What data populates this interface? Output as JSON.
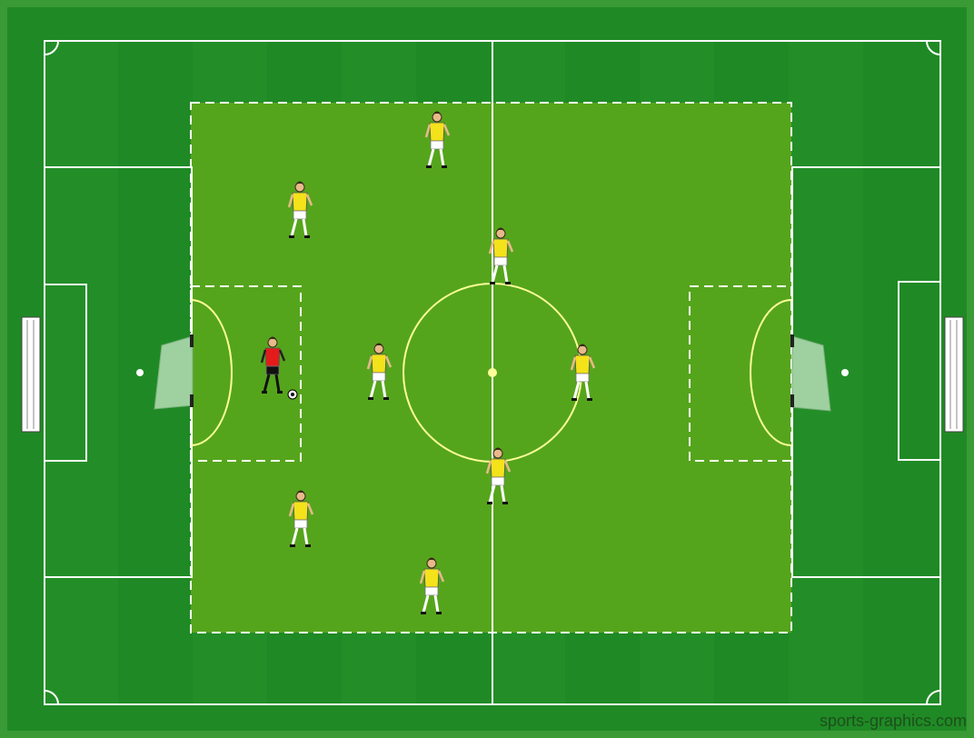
{
  "watermark": "sports-graphics.com",
  "colors": {
    "frame": "#3a9a35",
    "pitch_dark": "#1f8a25",
    "pitch_light": "#2b962d",
    "zone": "#55a51c",
    "line": "#ffffff",
    "player_shirt": "#f4e21a",
    "player_shorts": "#ffffff",
    "keeper_shirt": "#e31b1b",
    "keeper_shorts": "#111111",
    "goal_net": "#9fd0a0"
  },
  "players": [
    {
      "role": "field-player",
      "icon": "yellow-player-icon"
    },
    {
      "role": "field-player",
      "icon": "yellow-player-icon"
    },
    {
      "role": "field-player",
      "icon": "yellow-player-icon"
    },
    {
      "role": "field-player",
      "icon": "yellow-player-icon"
    },
    {
      "role": "field-player",
      "icon": "yellow-player-icon"
    },
    {
      "role": "field-player",
      "icon": "yellow-player-icon"
    },
    {
      "role": "field-player",
      "icon": "yellow-player-icon"
    },
    {
      "role": "field-player",
      "icon": "yellow-player-icon"
    },
    {
      "role": "goalkeeper",
      "icon": "goalkeeper-icon"
    }
  ],
  "ball": {
    "icon": "soccer-ball-icon"
  }
}
